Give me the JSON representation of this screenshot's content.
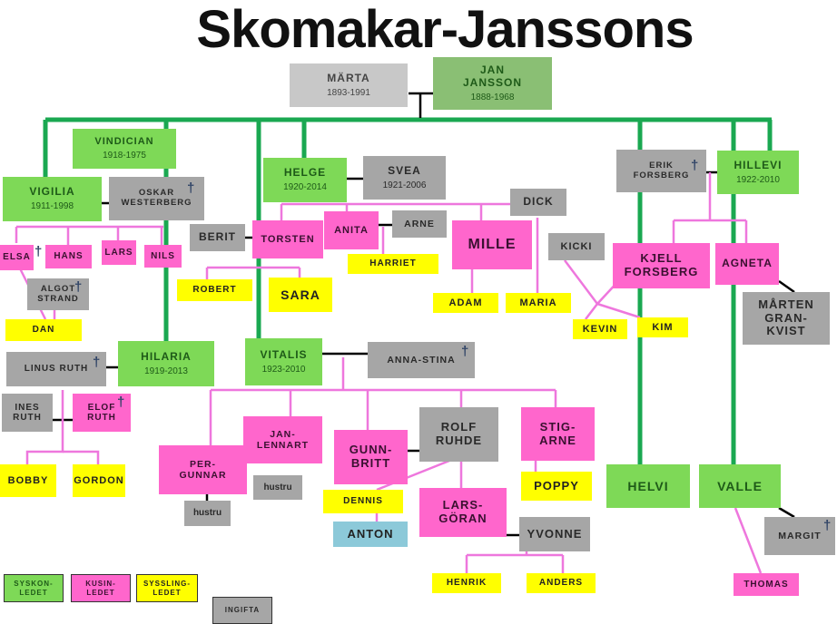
{
  "title": "Skomakar-Janssons",
  "root": {
    "marta": {
      "name": "MÄRTA",
      "years": "1893-1991"
    },
    "jan": {
      "name": "JAN JANSSON",
      "years": "1888-1968"
    }
  },
  "gen1": {
    "vindician": {
      "name": "VINDICIAN",
      "years": "1918-1975"
    },
    "vigilia": {
      "name": "VIGILIA",
      "years": "1911-1998"
    },
    "oskar": {
      "name": "OSKAR WESTERBERG"
    },
    "helge": {
      "name": "HELGE",
      "years": "1920-2014"
    },
    "svea": {
      "name": "SVEA",
      "years": "1921-2006"
    },
    "erik": {
      "name": "ERIK FORSBERG"
    },
    "hillevi": {
      "name": "HILLEVI",
      "years": "1922-2010"
    },
    "hilaria": {
      "name": "HILARIA",
      "years": "1919-2013"
    },
    "linus": {
      "name": "LINUS RUTH"
    },
    "vitalis": {
      "name": "VITALIS",
      "years": "1923-2010"
    },
    "anna_stina": {
      "name": "ANNA-STINA"
    },
    "helvi": {
      "name": "HELVI"
    },
    "valle": {
      "name": "VALLE"
    }
  },
  "gen2": {
    "elsa": "ELSA",
    "hans": "HANS",
    "lars": "LARS",
    "nils": "NILS",
    "berit": "BERIT",
    "torsten": "TORSTEN",
    "anita": "ANITA",
    "arne": "ARNE",
    "mille": "MILLE",
    "dick": "DICK",
    "kicki": "KICKI",
    "kjell": "KJELL FORSBERG",
    "agneta": "AGNETA",
    "marten": "MÅRTEN GRAN-KVIST",
    "algot": "ALGOT STRAND",
    "ines": "INES RUTH",
    "elof": "ELOF RUTH",
    "per_gunnar": "PER-GUNNAR",
    "jan_lennart": "JAN-LENNART",
    "gunn_britt": "GUNN-BRITT",
    "rolf": "ROLF RUHDE",
    "stig_arne": "STIG-ARNE",
    "lars_goran": "LARS-GÖRAN",
    "yvonne": "YVONNE",
    "margit": "MARGIT",
    "hustru1": "hustru",
    "hustru2": "hustru"
  },
  "gen3": {
    "dan": "DAN",
    "robert": "ROBERT",
    "sara": "SARA",
    "harriet": "HARRIET",
    "adam": "ADAM",
    "maria": "MARIA",
    "kevin": "KEVIN",
    "kim": "KIM",
    "bobby": "BOBBY",
    "gordon": "GORDON",
    "poppy": "POPPY",
    "dennis": "DENNIS",
    "henrik": "HENRIK",
    "anders": "ANDERS",
    "thomas": "THOMAS"
  },
  "gen4": {
    "anton": "ANTON"
  },
  "legend": {
    "syskon": "SYSKON-LEDET",
    "kusin": "KUSIN-LEDET",
    "syssling": "SYSSLING-LEDET",
    "ingifta": "INGIFTA"
  },
  "deceased_symbol": "†",
  "colors": {
    "syskon": "#7ed957",
    "kusin": "#ff66cc",
    "syssling": "#ffff00",
    "ingifta": "#a6a6a6",
    "gen4": "#8cc9d9",
    "green_line": "#1aa851",
    "pink_line": "#ee77dd",
    "black_line": "#000000"
  }
}
